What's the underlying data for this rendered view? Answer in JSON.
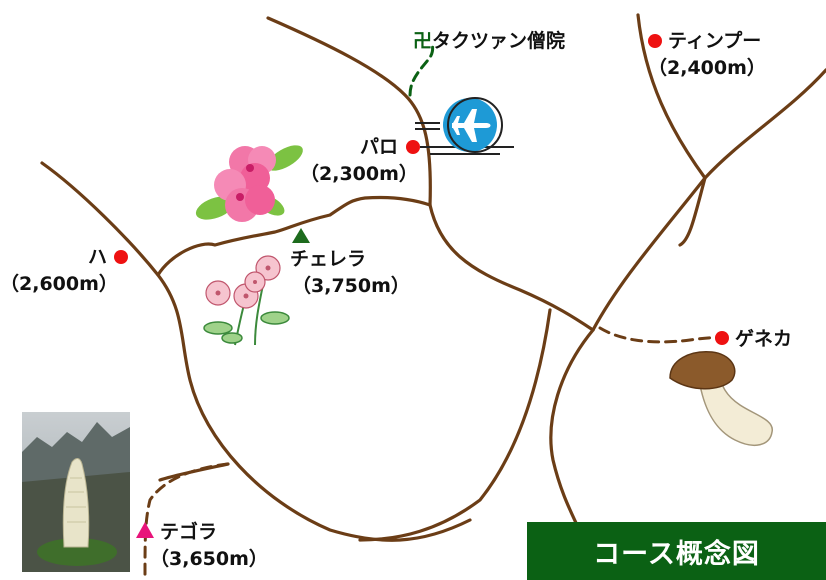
{
  "title": "コース概念図",
  "places": {
    "taktsang": {
      "name": "タクツァン僧院",
      "symbol": "卍"
    },
    "thimphu": {
      "name": "ティンプー",
      "elevation": "（2,400m）"
    },
    "paro": {
      "name": "パロ",
      "elevation": "（2,300m）"
    },
    "ha": {
      "name": "ハ",
      "elevation": "（2,600m）"
    },
    "chele_la": {
      "name": "チェレラ",
      "elevation": "（3,750m）"
    },
    "gyenka": {
      "name": "ゲネカ"
    },
    "tegola": {
      "name": "テゴラ",
      "elevation": "（3,650m）"
    }
  },
  "colors": {
    "road": "#6b3d16",
    "town": "#ee1111",
    "pass_green": "#1d6b1d",
    "pass_pink": "#e8147a",
    "title_bg": "#0b6114",
    "airport": "#1e9ad6"
  },
  "icons": {
    "airport": "airplane-icon",
    "flower1": "rhododendron-icon",
    "flower2": "primula-flower-icon",
    "mushroom": "matsutake-mushroom-icon",
    "plant_photo": "rheum-plant-photo"
  }
}
